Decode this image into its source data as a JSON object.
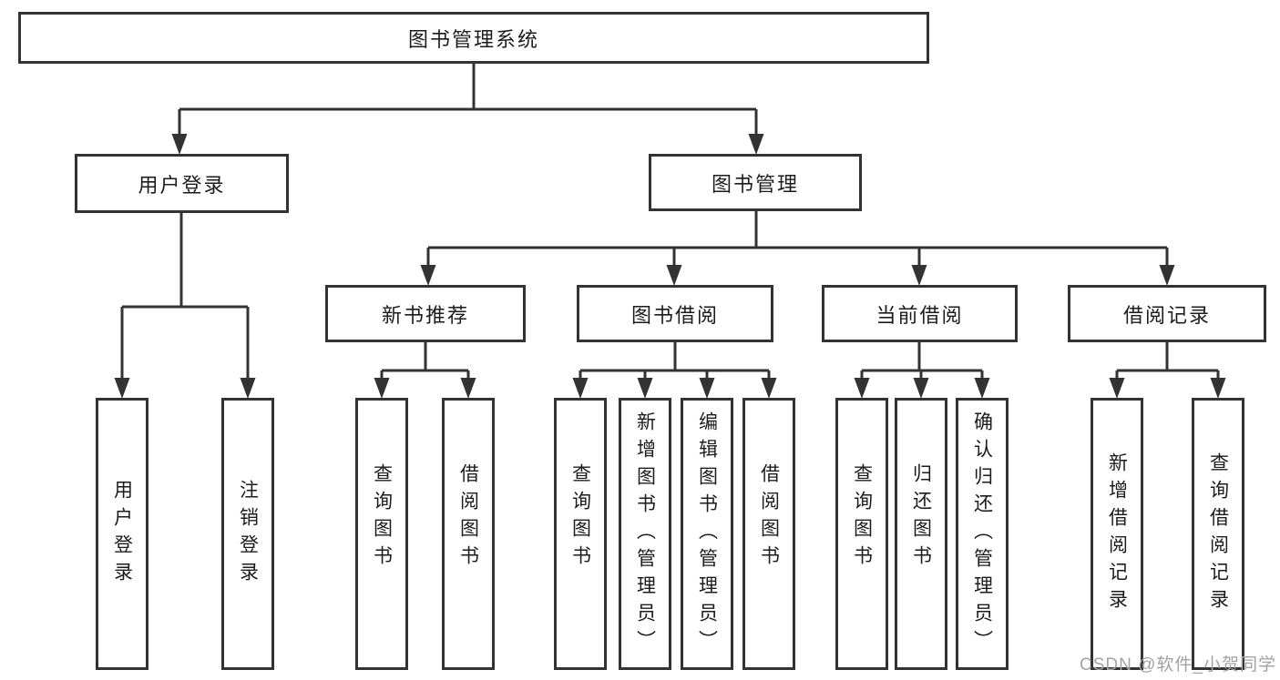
{
  "diagram": {
    "root": "图书管理系统",
    "branches": [
      {
        "label": "用户登录",
        "children": [
          "用户登录",
          "注销登录"
        ]
      },
      {
        "label": "图书管理",
        "children": [
          {
            "label": "新书推荐",
            "children": [
              "查询图书",
              "借阅图书"
            ]
          },
          {
            "label": "图书借阅",
            "children": [
              "查询图书",
              "新增图书（管理员）",
              "编辑图书（管理员）",
              "借阅图书"
            ]
          },
          {
            "label": "当前借阅",
            "children": [
              "查询图书",
              "归还图书",
              "确认归还（管理员）"
            ]
          },
          {
            "label": "借阅记录",
            "children": [
              "新增借阅记录",
              "查询借阅记录"
            ]
          }
        ]
      }
    ]
  },
  "watermark": "CSDN @软件_小贺同学",
  "colors": {
    "line": "#333333",
    "text": "#1c1c1c",
    "watermark": "#a3a3a3",
    "background": "#ffffff"
  }
}
